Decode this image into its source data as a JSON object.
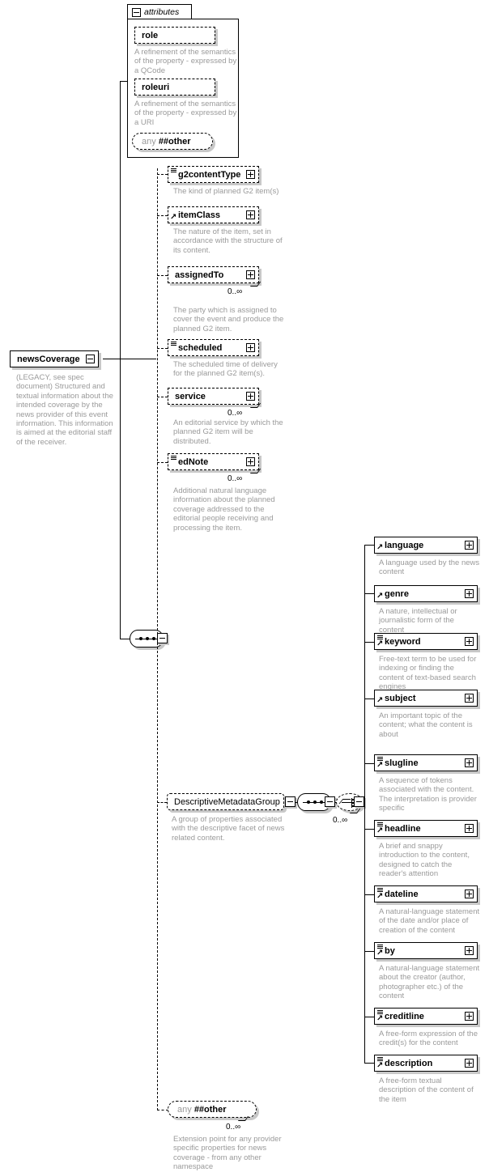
{
  "diagram": {
    "type": "xsd-schema-diagram",
    "root": {
      "name": "newsCoverage",
      "doc": "(LEGACY, see spec document) Structured and textual information about the intended coverage by the news provider of this event information. This information is aimed at the editorial staff of the receiver.",
      "expander": "minus"
    },
    "attributes": {
      "title": "attributes",
      "expander": "minus",
      "items": [
        {
          "name": "role",
          "doc": "A refinement of the semantics of the property - expressed by a QCode",
          "style": "dashed"
        },
        {
          "name": "roleuri",
          "doc": "A refinement of the semantics of the property - expressed by a URI",
          "style": "dashed"
        }
      ],
      "any": {
        "prefix": "any",
        "namespace": "##other",
        "style": "dashed"
      }
    },
    "children": [
      {
        "name": "g2contentType",
        "doc": "The kind of planned G2 item(s)",
        "glyph": "sequence-icon",
        "expander": "plus",
        "cardinality": ""
      },
      {
        "name": "itemClass",
        "doc": "The nature of the item, set in accordance with the structure of its content.",
        "glyph": "ref-arrow-icon",
        "expander": "plus",
        "cardinality": ""
      },
      {
        "name": "assignedTo",
        "doc": "The party which is assigned to cover the event and produce the planned G2 item.",
        "glyph": "none",
        "expander": "plus",
        "cardinality": "0..∞"
      },
      {
        "name": "scheduled",
        "doc": "The scheduled time of delivery for the planned G2 item(s).",
        "glyph": "sequence-icon",
        "expander": "plus",
        "cardinality": ""
      },
      {
        "name": "service",
        "doc": "An editorial service by which the planned G2 item will be distributed.",
        "glyph": "none",
        "expander": "plus",
        "cardinality": "0..∞"
      },
      {
        "name": "edNote",
        "doc": "Additional natural language information about the planned coverage addressed to the editorial people receiving and processing the item.",
        "glyph": "sequence-icon",
        "expander": "plus",
        "cardinality": "0..∞"
      }
    ],
    "group": {
      "name": "DescriptiveMetadataGroup",
      "doc": "A group of properties associated with the descriptive facet of news related content.",
      "expander": "minus",
      "compositor_sequence": "sequence-compositor-icon",
      "compositor_choice": "choice-compositor-icon",
      "choice_cardinality": "0..∞",
      "members": [
        {
          "name": "language",
          "doc": "A language used by the news content",
          "glyph": "ref-arrow-icon",
          "expander": "plus"
        },
        {
          "name": "genre",
          "doc": "A nature, intellectual or journalistic form of the content",
          "glyph": "ref-arrow-icon",
          "expander": "plus"
        },
        {
          "name": "keyword",
          "doc": "Free-text term to be used for indexing or finding the content of text-based search engines",
          "glyph": "sequence-ref-icon",
          "expander": "plus"
        },
        {
          "name": "subject",
          "doc": "An important topic of the content; what the content is about",
          "glyph": "ref-arrow-icon",
          "expander": "plus"
        },
        {
          "name": "slugline",
          "doc": "A sequence of tokens associated with the content. The interpretation is provider specific",
          "glyph": "sequence-ref-icon",
          "expander": "plus"
        },
        {
          "name": "headline",
          "doc": "A brief and snappy introduction to the content, designed to catch the reader's attention",
          "glyph": "sequence-ref-icon",
          "expander": "plus"
        },
        {
          "name": "dateline",
          "doc": "A natural-language statement of the date and/or place of creation of the content",
          "glyph": "sequence-ref-icon",
          "expander": "plus"
        },
        {
          "name": "by",
          "doc": "A natural-language statement about the creator (author, photographer etc.) of the content",
          "glyph": "sequence-ref-icon",
          "expander": "plus"
        },
        {
          "name": "creditline",
          "doc": "A free-form expression of the credit(s) for the content",
          "glyph": "sequence-ref-icon",
          "expander": "plus"
        },
        {
          "name": "description",
          "doc": "A free-form textual description of the content of the item",
          "glyph": "sequence-ref-icon",
          "expander": "plus"
        }
      ]
    },
    "extension": {
      "prefix": "any",
      "namespace": "##other",
      "cardinality": "0..∞",
      "doc": "Extension point for any provider specific properties for news coverage - from any other namespace"
    },
    "colors": {
      "box_border": "#000000",
      "box_fill": "#ffffff",
      "shadow": "#c8c8c8",
      "doc_text": "#9a9a9a",
      "label_text": "#000000",
      "background": "#ffffff"
    }
  }
}
